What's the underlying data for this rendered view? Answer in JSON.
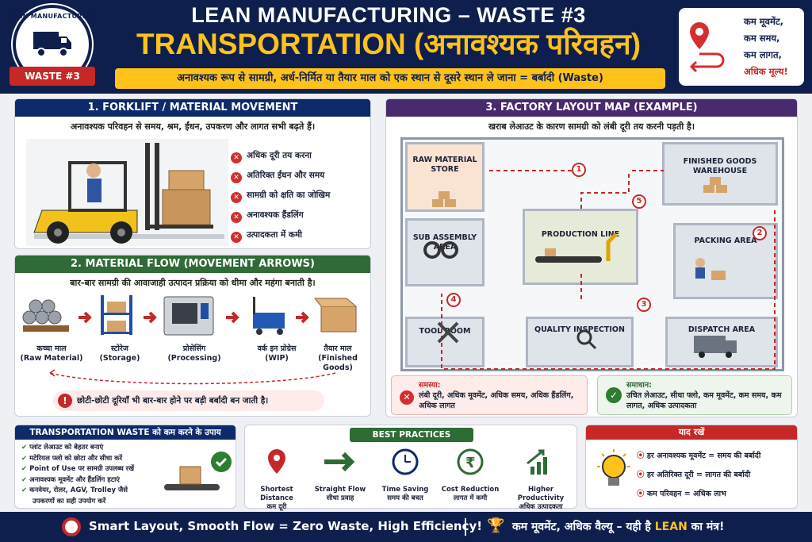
{
  "header": {
    "badge_top": "LEAN MANUFACTURING",
    "badge_ribbon": "WASTE #3",
    "title_line1": "LEAN MANUFACTURING – WASTE #3",
    "title_line2": "TRANSPORTATION (अनावश्यक परिवहन)",
    "subtitle": "अनावश्यक रूप से सामग्री, अर्ध-निर्मित या तैयार माल को एक स्थान से दूसरे स्थान ले जाना = बर्बादी (Waste)",
    "card_lines": [
      "कम मूवमेंट,",
      "कम समय,",
      "कम लागत,",
      "अधिक मूल्य!"
    ]
  },
  "forklift": {
    "title": "1. FORKLIFT / MATERIAL MOVEMENT",
    "subtitle": "अनावश्यक परिवहन से समय, श्रम, ईंधन, उपकरण और लागत सभी बढ़ते हैं।",
    "bullets": [
      "अधिक दूरी तय करना",
      "अतिरिक्त ईंधन और समय",
      "सामग्री को क्षति का जोखिम",
      "अनावश्यक हैंडलिंग",
      "उत्पादकता में कमी"
    ]
  },
  "flow": {
    "title": "2. MATERIAL FLOW (MOVEMENT ARROWS)",
    "subtitle": "बार-बार सामग्री की आवाजाही उत्पादन प्रक्रिया को धीमा और महंगा बनाती है।",
    "steps": [
      {
        "hi": "कच्चा माल",
        "en": "(Raw Material)"
      },
      {
        "hi": "स्टोरेज",
        "en": "(Storage)"
      },
      {
        "hi": "प्रोसेसिंग",
        "en": "(Processing)"
      },
      {
        "hi": "वर्क इन प्रोग्रेस",
        "en": "(WIP)"
      },
      {
        "hi": "तैयार माल",
        "en": "(Finished Goods)"
      }
    ],
    "warning": "छोटी-छोटी दूरियाँ भी बार-बार होने पर बड़ी बर्बादी बन जाती है।"
  },
  "map": {
    "title": "3. FACTORY LAYOUT MAP (EXAMPLE)",
    "subtitle": "खराब लेआउट के कारण सामग्री को लंबी दूरी तय करनी पड़ती है।",
    "rooms": {
      "raw": "RAW MATERIAL STORE",
      "finished": "FINISHED GOODS WAREHOUSE",
      "sub": "SUB ASSEMBLY AREA",
      "production": "PRODUCTION LINE",
      "packing": "PACKING AREA",
      "tool": "TOOL ROOM",
      "quality": "QUALITY INSPECTION",
      "dispatch": "DISPATCH AREA"
    },
    "numbers": [
      "1",
      "2",
      "3",
      "4",
      "5"
    ],
    "problem_title": "समस्या:",
    "problem_text": "लंबी दूरी, अधिक मूवमेंट, अधिक समय, अधिक हैंडलिंग, अधिक लागत",
    "solution_title": "समाधान:",
    "solution_text": "उचित लेआउट, सीधा फ्लो, कम मूवमेंट, कम समय, कम लागत, अधिक उत्पादकता"
  },
  "reduce": {
    "title": "TRANSPORTATION WASTE को कम करने के उपाय",
    "items": [
      "प्लांट लेआउट को बेहतर बनाएं",
      "मटेरियल फ्लो को छोटा और सीधा करें",
      "Point of Use पर सामग्री उपलब्ध रखें",
      "अनावश्यक मूवमेंट और हैंडलिंग हटाएं",
      "कनवेयर, रोलर, AGV, Trolley जैसे",
      "उपकरणों का सही उपयोग करें"
    ]
  },
  "best": {
    "title": "BEST PRACTICES",
    "items": [
      {
        "en": "Shortest Distance",
        "hi": "कम दूरी",
        "icon": "map-pin-icon"
      },
      {
        "en": "Straight Flow",
        "hi": "सीधा प्रवाह",
        "icon": "arrow-right-icon"
      },
      {
        "en": "Time Saving",
        "hi": "समय की बचत",
        "icon": "clock-icon"
      },
      {
        "en": "Cost Reduction",
        "hi": "लागत में कमी",
        "icon": "rupee-icon"
      },
      {
        "en": "Higher Productivity",
        "hi": "अधिक उत्पादकता",
        "icon": "growth-chart-icon"
      }
    ]
  },
  "remember": {
    "title": "याद रखें",
    "items": [
      "हर अनावश्यक मूवमेंट = समय की बर्बादी",
      "हर अतिरिक्त दूरी = लागत की बर्बादी",
      "कम परिवहन = अधिक लाभ"
    ]
  },
  "footer": {
    "left": "Smart Layout, Smooth Flow = Zero Waste, High Efficiency!",
    "right_a": "कम मूवमेंट, अधिक वैल्यू – यही है",
    "right_b": "LEAN",
    "right_c": "का मंत्र!"
  },
  "colors": {
    "navy": "#0f1f4d",
    "yellow": "#ffc21a",
    "red": "#c62828",
    "green": "#2e7d32",
    "purple": "#4a2a6e"
  }
}
